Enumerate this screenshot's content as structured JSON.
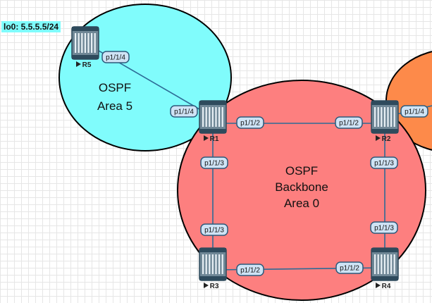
{
  "areas": [
    {
      "id": "area5",
      "lines": [
        "OSPF",
        "Area 5"
      ],
      "color": "#80fcfc"
    },
    {
      "id": "backbone",
      "lines": [
        "OSPF",
        "Backbone",
        "Area 0"
      ],
      "color": "#fd7f7f"
    },
    {
      "id": "area-right",
      "lines": [],
      "color": "#fd8a4a"
    }
  ],
  "routers": [
    {
      "id": "R5",
      "name": "R5"
    },
    {
      "id": "R1",
      "name": "R1"
    },
    {
      "id": "R2",
      "name": "R2"
    },
    {
      "id": "R3",
      "name": "R3"
    },
    {
      "id": "R4",
      "name": "R4"
    }
  ],
  "ports": [
    {
      "router": "R5",
      "label": "p1/1/4"
    },
    {
      "router": "R1",
      "label": "p1/1/4"
    },
    {
      "router": "R1",
      "label": "p1/1/2"
    },
    {
      "router": "R1",
      "label": "p1/1/3"
    },
    {
      "router": "R2",
      "label": "p1/1/2"
    },
    {
      "router": "R2",
      "label": "p1/1/4"
    },
    {
      "router": "R2",
      "label": "p1/1/3"
    },
    {
      "router": "R3",
      "label": "p1/1/3"
    },
    {
      "router": "R3",
      "label": "p1/1/2"
    },
    {
      "router": "R4",
      "label": "p1/1/3"
    },
    {
      "router": "R4",
      "label": "p1/1/2"
    }
  ],
  "links": [
    {
      "from": "R5",
      "to": "R1"
    },
    {
      "from": "R1",
      "to": "R2"
    },
    {
      "from": "R1",
      "to": "R3"
    },
    {
      "from": "R2",
      "to": "R4"
    },
    {
      "from": "R3",
      "to": "R4"
    },
    {
      "from": "R2",
      "to": "off-screen"
    }
  ],
  "loopback_label": "lo0: 5.5.5.5/24",
  "colors": {
    "link": "#2d6b96",
    "router_body": "#6f8796",
    "router_dark": "#2e4a5c",
    "port_fill": "#cfe3f5"
  }
}
